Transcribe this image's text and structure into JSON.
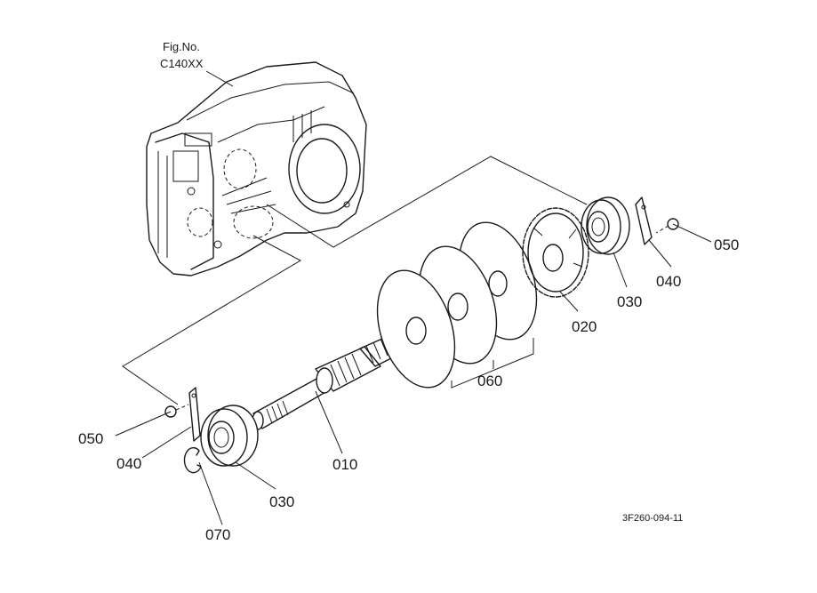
{
  "figure": {
    "ref_line1": "Fig.No.",
    "ref_line2": "C140XX",
    "drawing_code": "3F260-094-11"
  },
  "callouts": {
    "c010": "010",
    "c020": "020",
    "c030_upper": "030",
    "c030_lower": "030",
    "c040_upper": "040",
    "c040_lower": "040",
    "c050_upper": "050",
    "c050_lower": "050",
    "c060": "060",
    "c070": "070"
  }
}
